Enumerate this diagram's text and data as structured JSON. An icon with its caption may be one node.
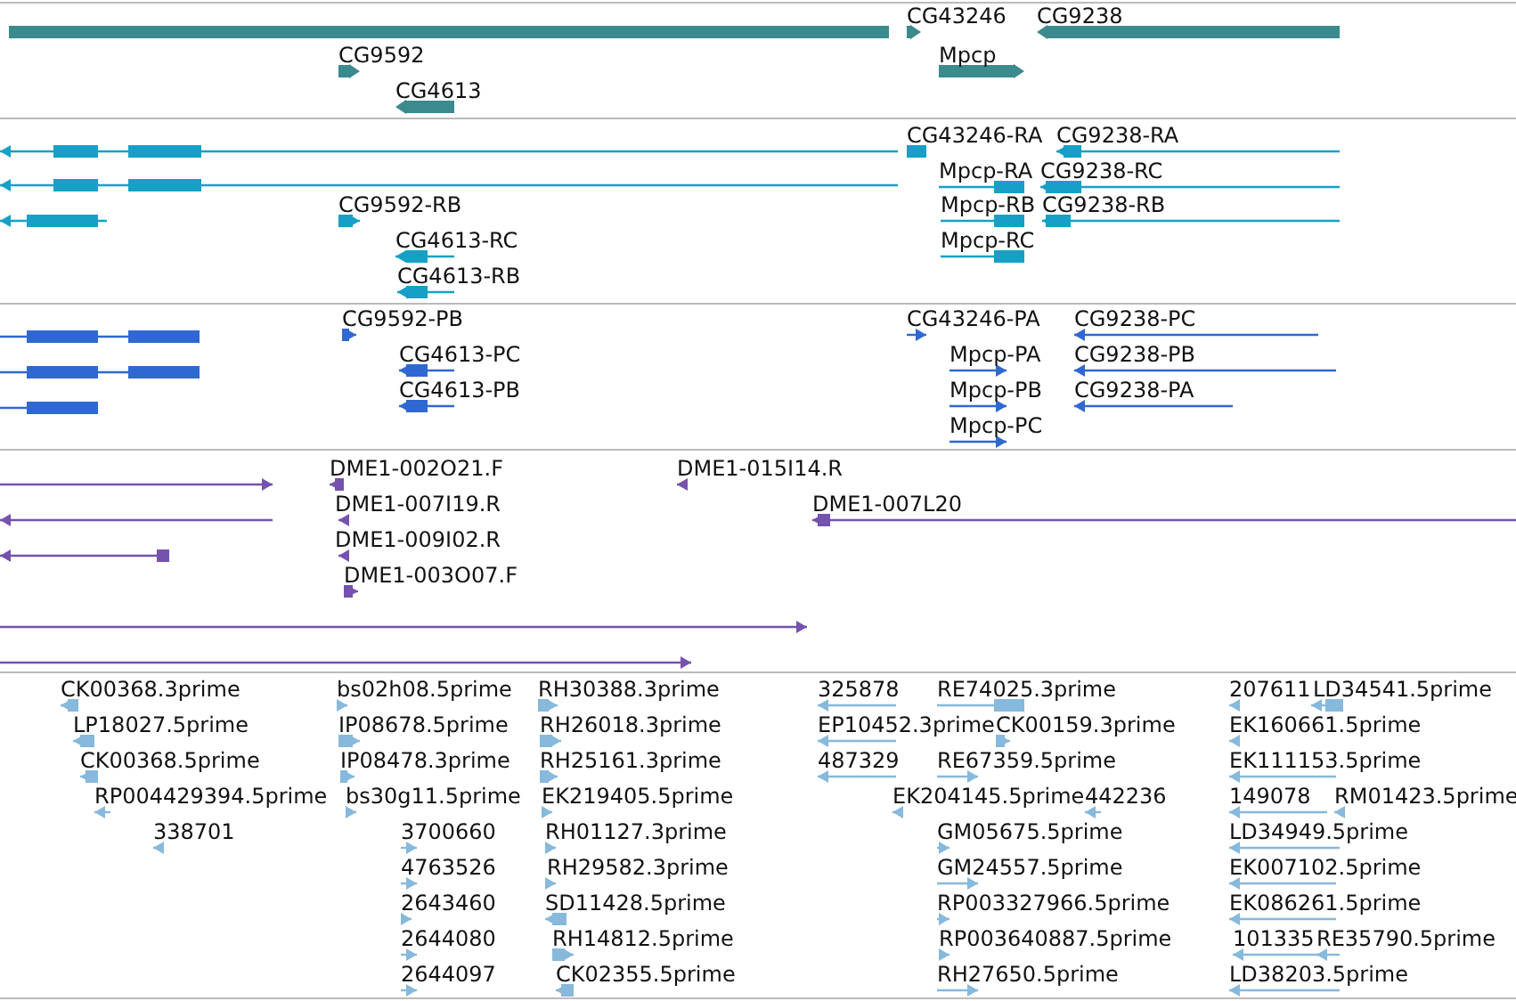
{
  "diagram": {
    "labels": [
      "CG43246",
      "CG9238",
      "CG9592",
      "Mpcp",
      "CG4613",
      "CG43246-RA",
      "CG9238-RA",
      "Mpcp-RA",
      "CG9238-RC",
      "CG9592-RB",
      "Mpcp-RB",
      "CG9238-RB",
      "CG4613-RC",
      "Mpcp-RC",
      "CG4613-RB",
      "CG9592-PB",
      "CG43246-PA",
      "CG9238-PC",
      "CG4613-PC",
      "Mpcp-PA",
      "CG9238-PB",
      "CG4613-PB",
      "Mpcp-PB",
      "CG9238-PA",
      "Mpcp-PC",
      "DME1-002O21.F",
      "DME1-015I14.R",
      "DME1-007I19.R",
      "DME1-007L20",
      "DME1-009I02.R",
      "DME1-003O07.F",
      "CK00368.3prime",
      "bs02h08.5prime",
      "RH30388.3prime",
      "325878",
      "RE74025.3prime",
      "207611",
      "LD34541.5prime",
      "LP18027.5prime",
      "IP08678.5prime",
      "RH26018.3prime",
      "EP10452.3prime",
      "CK00159.3prime",
      "EK160661.5prime",
      "CK00368.5prime",
      "IP08478.3prime",
      "RH25161.3prime",
      "487329",
      "RE67359.5prime",
      "EK111153.5prime",
      "RP004429394.5prime",
      "bs30g11.5prime",
      "EK219405.5prime",
      "EK204145.5prime",
      "442236",
      "149078",
      "RM01423.5prime",
      "338701",
      "3700660",
      "RH01127.3prime",
      "GM05675.5prime",
      "LD34949.5prime",
      "4763526",
      "RH29582.3prime",
      "GM24557.5prime",
      "EK007102.5prime",
      "2643460",
      "SD11428.5prime",
      "RP003327966.5prime",
      "EK086261.5prime",
      "2644080",
      "RH14812.5prime",
      "RP003640887.5prime",
      "101335",
      "RE35790.5prime",
      "2644097",
      "CK02355.5prime",
      "RH27650.5prime",
      "LD38203.5prime"
    ]
  }
}
